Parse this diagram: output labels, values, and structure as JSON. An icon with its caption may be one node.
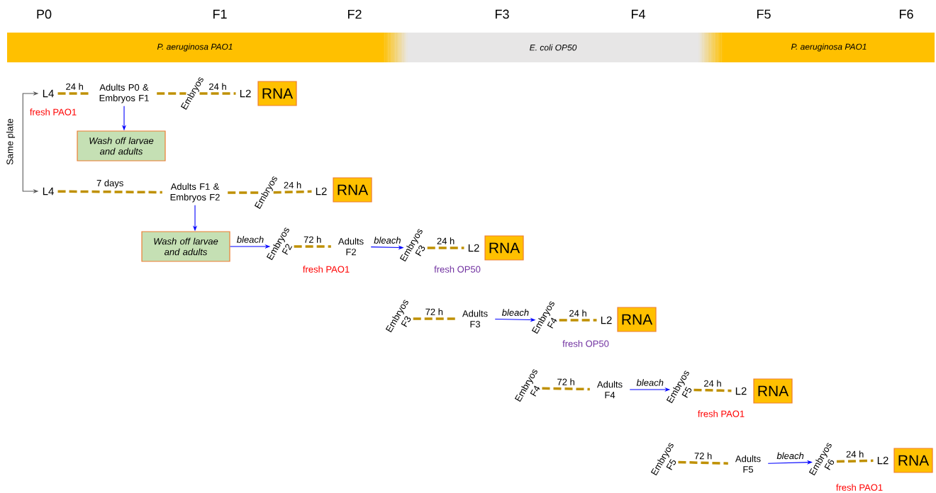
{
  "diagram": {
    "nodes": [
      {
        "text": [
          "P. aeruginosa PAO1"
        ]
      },
      {
        "text": [
          "E. coli OP50"
        ]
      },
      {
        "text": [
          "P. aeruginosa PAO1"
        ]
      },
      {
        "text": [
          "Same plate"
        ]
      },
      {
        "text": [
          "L4"
        ],
        "beside": [
          "fresh PAO1"
        ]
      },
      {
        "text": [
          "Adults P0 & Embryos F1"
        ]
      },
      {
        "text": [
          "Embryos"
        ]
      },
      {
        "text": [
          "L2"
        ]
      },
      {
        "text": [
          "RNA"
        ]
      },
      {
        "text": [
          "Wash off larvae and adults"
        ]
      },
      {
        "text": [
          "L4"
        ]
      },
      {
        "text": [
          "Adults F1 & Embryos F2"
        ]
      },
      {
        "text": [
          "Embryos"
        ]
      },
      {
        "text": [
          "L2"
        ]
      },
      {
        "text": [
          "RNA"
        ]
      },
      {
        "text": [
          "Wash off larvae and adults"
        ]
      },
      {
        "text": [
          "Embryos F2"
        ],
        "beside": [
          "fresh PAO1"
        ]
      },
      {
        "text": [
          "Adults F2"
        ]
      },
      {
        "text": [
          "Embryos F3"
        ],
        "beside": [
          "fresh OP50"
        ]
      },
      {
        "text": [
          "L2"
        ]
      },
      {
        "text": [
          "RNA"
        ]
      },
      {
        "text": [
          "Embryos F3"
        ]
      },
      {
        "text": [
          "Adults F3"
        ]
      },
      {
        "text": [
          "Embryos F4"
        ],
        "beside": [
          "fresh OP50"
        ]
      },
      {
        "text": [
          "L2"
        ]
      },
      {
        "text": [
          "RNA"
        ]
      },
      {
        "text": [
          "Embryos F4"
        ]
      },
      {
        "text": [
          "Adults F4"
        ]
      },
      {
        "text": [
          "Embryos F5"
        ],
        "beside": [
          "fresh PAO1"
        ]
      },
      {
        "text": [
          "L2"
        ]
      },
      {
        "text": [
          "RNA"
        ]
      },
      {
        "text": [
          "Embryos F5"
        ]
      },
      {
        "text": [
          "Adults F5"
        ]
      },
      {
        "text": [
          "Embryos F6"
        ],
        "beside": [
          "fresh PAO1"
        ]
      },
      {
        "text": [
          "L2"
        ]
      },
      {
        "text": [
          "RNA"
        ]
      }
    ],
    "edges": [
      {
        "from": 3,
        "to": 4,
        "arrow": "to",
        "color": "#595959"
      },
      {
        "from": 3,
        "to": 10,
        "arrow": "to",
        "color": "#595959"
      },
      {
        "from": 4,
        "to": 5,
        "arrow": "none",
        "label": "24 h",
        "style": "dashed"
      },
      {
        "from": 5,
        "to": 6,
        "arrow": "none",
        "style": "dashed"
      },
      {
        "from": 6,
        "to": 7,
        "arrow": "none",
        "label": "24 h",
        "style": "dashed"
      },
      {
        "from": 5,
        "to": 9,
        "arrow": "to",
        "color": "#0000ff"
      },
      {
        "from": 10,
        "to": 11,
        "arrow": "none",
        "label": "7 days",
        "style": "dashed"
      },
      {
        "from": 11,
        "to": 12,
        "arrow": "none",
        "style": "dashed"
      },
      {
        "from": 12,
        "to": 13,
        "arrow": "none",
        "label": "24 h",
        "style": "dashed"
      },
      {
        "from": 11,
        "to": 15,
        "arrow": "to",
        "color": "#0000ff"
      },
      {
        "from": 15,
        "to": 16,
        "arrow": "to",
        "label": "bleach",
        "color": "#0000ff"
      },
      {
        "from": 16,
        "to": 17,
        "arrow": "none",
        "label": "72 h",
        "style": "dashed"
      },
      {
        "from": 17,
        "to": 18,
        "arrow": "to",
        "label": "bleach",
        "color": "#0000ff"
      },
      {
        "from": 18,
        "to": 19,
        "arrow": "none",
        "label": "24 h",
        "style": "dashed"
      },
      {
        "from": 21,
        "to": 22,
        "arrow": "none",
        "label": "72 h",
        "style": "dashed"
      },
      {
        "from": 22,
        "to": 23,
        "arrow": "to",
        "label": "bleach",
        "color": "#0000ff"
      },
      {
        "from": 23,
        "to": 24,
        "arrow": "none",
        "label": "24 h",
        "style": "dashed"
      },
      {
        "from": 26,
        "to": 27,
        "arrow": "none",
        "label": "72 h",
        "style": "dashed"
      },
      {
        "from": 27,
        "to": 28,
        "arrow": "to",
        "label": "bleach",
        "color": "#0000ff"
      },
      {
        "from": 28,
        "to": 29,
        "arrow": "none",
        "label": "24 h",
        "style": "dashed"
      },
      {
        "from": 31,
        "to": 32,
        "arrow": "none",
        "label": "72 h",
        "style": "dashed"
      },
      {
        "from": 32,
        "to": 33,
        "arrow": "to",
        "label": "bleach",
        "color": "#0000ff"
      },
      {
        "from": 33,
        "to": 34,
        "arrow": "none",
        "label": "24 h",
        "style": "dashed"
      }
    ],
    "labels": [
      "P0",
      "F1",
      "F2",
      "F3",
      "F4",
      "F5",
      "F6"
    ]
  }
}
